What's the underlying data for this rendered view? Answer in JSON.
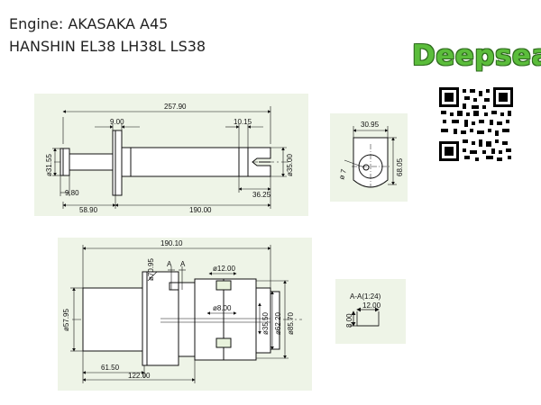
{
  "header": {
    "engine_line": "Engine: AKASAKA A45",
    "models_line": "HANSHIN EL38 LH38L LS38",
    "brand": "Deepsea"
  },
  "brand_color": "#5bbd3b",
  "panel_color": "#eef4e7",
  "qr_icon": "qr-code-icon",
  "top_view": {
    "dims": [
      "257.90",
      "9.00",
      "10.15",
      "ø31.55",
      "ø35.00",
      "9.80",
      "58.90",
      "190.00",
      "36.25"
    ]
  },
  "end_view": {
    "dims": [
      "30.95",
      "68.05",
      "ø 7"
    ]
  },
  "bottom_view": {
    "dims": [
      "190.10",
      "ø70.95",
      "A",
      "A",
      "ø12.00",
      "ø8.00",
      "ø35.50",
      "ø62.20",
      "ø85.70",
      "ø57.95",
      "61.50",
      "122.00"
    ]
  },
  "section_view": {
    "title": "A-A(1:24)",
    "dims": [
      "12.00",
      "8.00"
    ]
  }
}
